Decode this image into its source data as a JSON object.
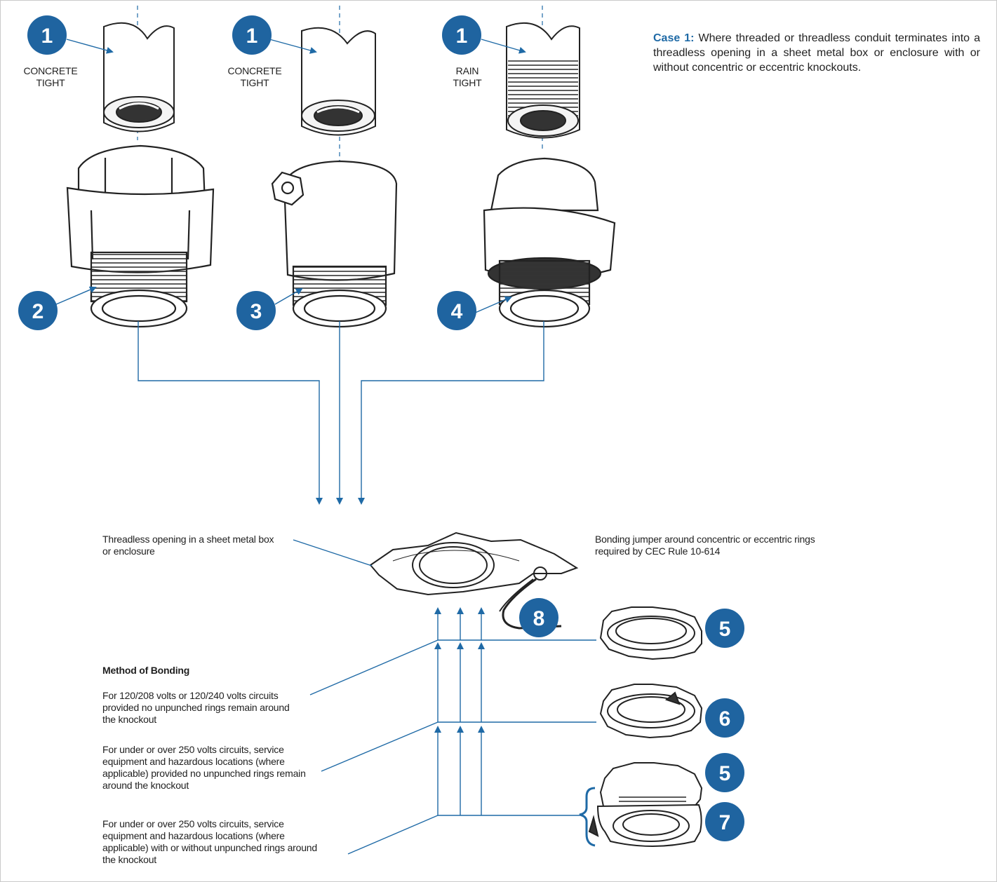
{
  "case": {
    "heading": "Case 1:",
    "text": "Where threaded or threadless conduit terminates into a threadless opening in a sheet metal box or enclosure with or without concentric or eccentric knockouts."
  },
  "fittings": [
    {
      "marker": "1",
      "line1": "CONCRETE",
      "line2": "TIGHT"
    },
    {
      "marker": "1",
      "line1": "CONCRETE",
      "line2": "TIGHT"
    },
    {
      "marker": "1",
      "line1": "RAIN",
      "line2": "TIGHT"
    }
  ],
  "markers": {
    "m2": "2",
    "m3": "3",
    "m4": "4",
    "m5a": "5",
    "m6": "6",
    "m5b": "5",
    "m7": "7",
    "m8": "8"
  },
  "labels": {
    "opening_line1": "Threadless opening in a sheet metal box",
    "opening_line2": "or enclosure",
    "jumper_line1": "Bonding jumper around concentric or eccentric rings",
    "jumper_line2": "required by CEC Rule 10-614",
    "method_title": "Method of Bonding",
    "method1": [
      "For 120/208 volts or 120/240 volts circuits",
      "provided no unpunched rings remain around",
      "the knockout"
    ],
    "method2": [
      "For under or over 250 volts circuits, service",
      "equipment and hazardous locations (where",
      "applicable) provided no unpunched rings remain",
      "around the knockout"
    ],
    "method3": [
      "For under or over 250 volts circuits, service",
      "equipment and hazardous locations (where",
      "applicable) with or without unpunched rings around",
      "the knockout"
    ]
  },
  "colors": {
    "accent": "#1f6aa6",
    "marker_fill": "#1f64a0",
    "line_art": "#222222"
  }
}
